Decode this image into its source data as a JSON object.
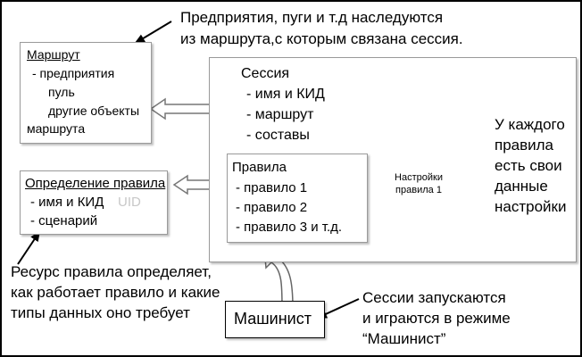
{
  "notes": {
    "top": [
      "Предприятия, пуги и т.д наследуются",
      "из маршрута,с которым связана сессия."
    ],
    "right": [
      "У каждого",
      "правила",
      "есть свои",
      "данные",
      "настройки"
    ],
    "bottom_left": [
      "Ресурс правила определяет,",
      "как работает правило и какие",
      "типы данных оно требует"
    ],
    "bottom_right": [
      "Сессии запускаются",
      "и играются в режиме",
      "“Машинист”"
    ]
  },
  "route_box": {
    "title": "Маршрут",
    "items": [
      "- предприятия",
      "пуль",
      "другие объекты"
    ],
    "footer": "маршрута"
  },
  "rule_def_box": {
    "title": "Определение правила",
    "items": [
      "- имя и КИД",
      "- сценарий"
    ],
    "ghost_text": "UID"
  },
  "session_box": {
    "title": "Сессия",
    "items": [
      "- имя и КИД",
      "- маршрут",
      "- составы"
    ]
  },
  "rules_box": {
    "title": "Правила",
    "items": [
      "- правило 1",
      "- правило 2",
      "- правило 3 и т.д."
    ]
  },
  "settings_cylinder": {
    "label": [
      "Настройки",
      "правила 1"
    ]
  },
  "machinist_box": {
    "label": "Машинист"
  }
}
